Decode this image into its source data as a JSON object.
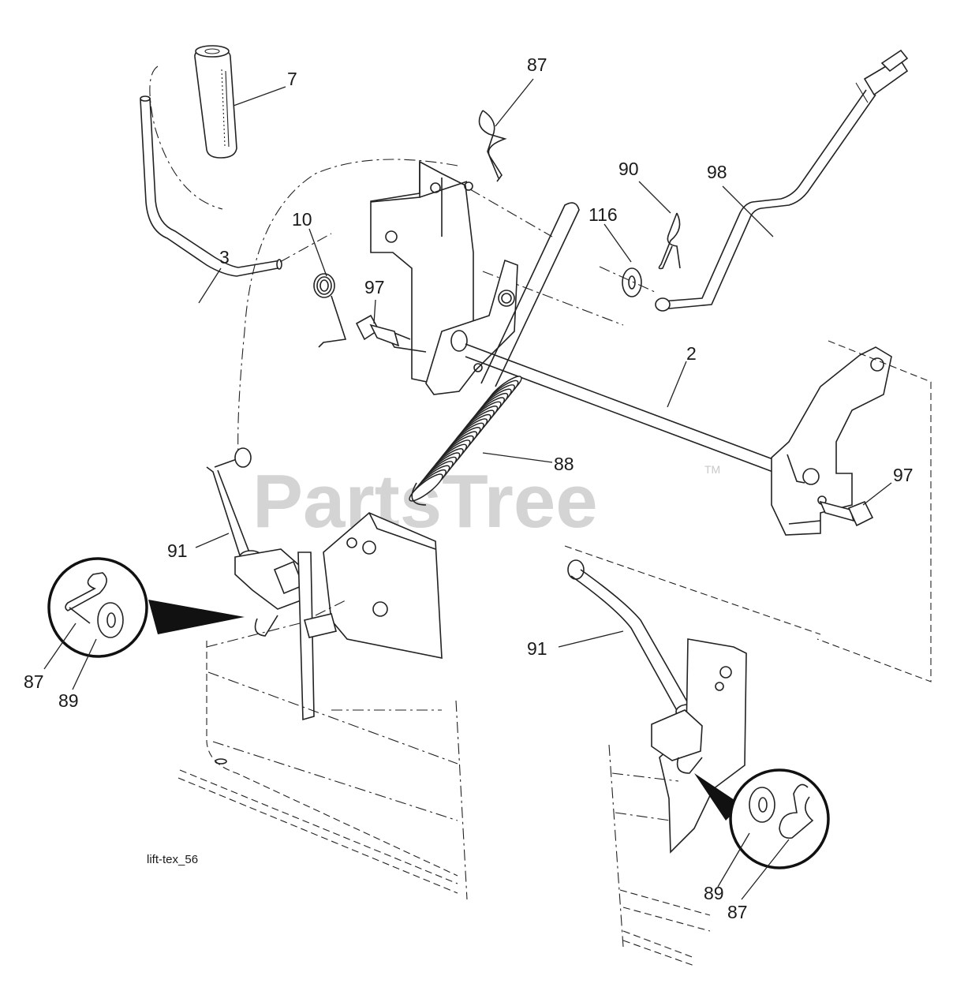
{
  "watermark": {
    "brand": "PartsTree",
    "trademark": "TM"
  },
  "diagram_ref": "lift-tex_56",
  "callouts": [
    {
      "id": "c7",
      "text": "7"
    },
    {
      "id": "c87a",
      "text": "87"
    },
    {
      "id": "c90",
      "text": "90"
    },
    {
      "id": "c98",
      "text": "98"
    },
    {
      "id": "c10",
      "text": "10"
    },
    {
      "id": "c116",
      "text": "116"
    },
    {
      "id": "c3",
      "text": "3"
    },
    {
      "id": "c97a",
      "text": "97"
    },
    {
      "id": "c2",
      "text": "2"
    },
    {
      "id": "c88",
      "text": "88"
    },
    {
      "id": "c97b",
      "text": "97"
    },
    {
      "id": "c91a",
      "text": "91"
    },
    {
      "id": "c87b",
      "text": "87"
    },
    {
      "id": "c89a",
      "text": "89"
    },
    {
      "id": "c91b",
      "text": "91"
    },
    {
      "id": "c89b",
      "text": "89"
    },
    {
      "id": "c87c",
      "text": "87"
    }
  ]
}
